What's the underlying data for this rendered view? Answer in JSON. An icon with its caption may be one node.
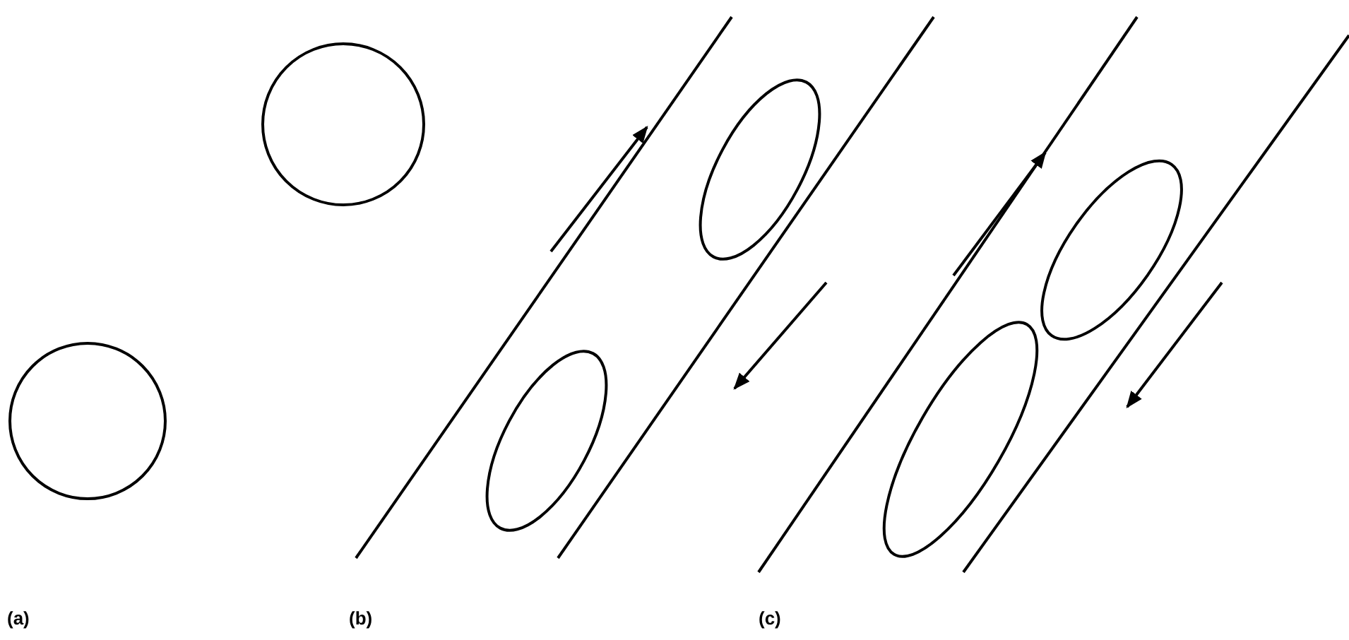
{
  "diagram": {
    "labels": [
      "(a)",
      "(b)",
      "(c)"
    ]
  }
}
